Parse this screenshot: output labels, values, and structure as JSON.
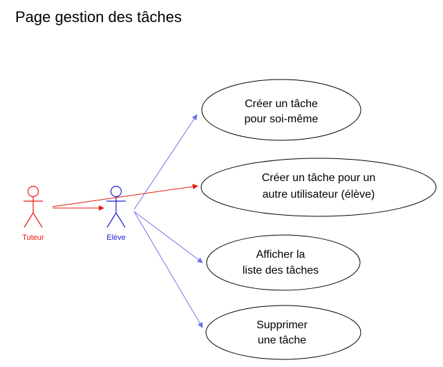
{
  "page": {
    "title": "Page gestion des tâches"
  },
  "colors": {
    "tutor": "#e8190b",
    "student": "#1f1fd6",
    "student_arrow": "#6f6ff0",
    "tutor_arrow": "#e01a0c"
  },
  "actors": {
    "tutor": {
      "label": "Tuteur"
    },
    "student": {
      "label": "Elève"
    }
  },
  "use_cases": [
    {
      "line1": "Créer un tâche",
      "line2": "pour soi-même"
    },
    {
      "line1": "Créer un tâche pour un",
      "line2": "autre utilisateur (élève)"
    },
    {
      "line1": "Afficher la",
      "line2": "liste des tâches"
    },
    {
      "line1": "Supprimer",
      "line2": "une tâche"
    }
  ]
}
